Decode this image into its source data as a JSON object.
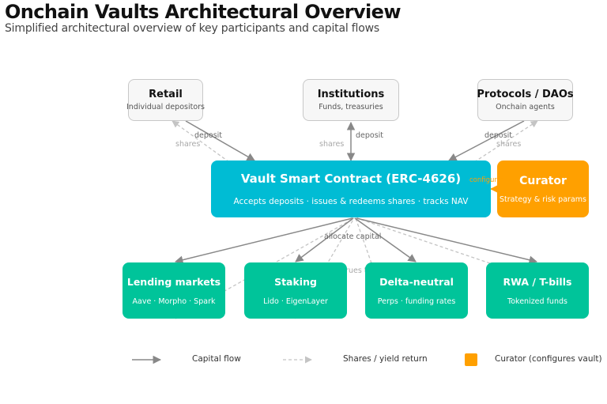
{
  "title": "Onchain Vaults Architectural Overview",
  "subtitle": "Simplified architectural overview of key participants and capital flows",
  "sources": [
    {
      "title": "Retail",
      "subtitle": "Individual depositors"
    },
    {
      "title": "Institutions",
      "subtitle": "Funds, treasuries"
    },
    {
      "title": "Protocols / DAOs",
      "subtitle": "Onchain agents"
    }
  ],
  "vault": {
    "title": "Vault Smart Contract  (ERC-4626)",
    "subtitle": "Accepts deposits  ·  issues & redeems shares  ·  tracks NAV"
  },
  "curator": {
    "title": "Curator",
    "subtitle": "Strategy & risk params"
  },
  "destinations": [
    {
      "title": "Lending markets",
      "subtitle": "Aave · Morpho · Spark"
    },
    {
      "title": "Staking",
      "subtitle": "Lido · EigenLayer"
    },
    {
      "title": "Delta-neutral",
      "subtitle": "Perps · funding rates"
    },
    {
      "title": "RWA / T-bills",
      "subtitle": "Tokenized funds"
    }
  ],
  "edge_labels": {
    "deposit": "deposit",
    "shares": "shares",
    "configures": "configures",
    "allocate_capital": "allocate capital",
    "yield_accrues": "yield accrues to shares"
  },
  "legend": {
    "capital_flow": "Capital flow",
    "shares_yield": "Shares / yield return",
    "curator": "Curator (configures vault)"
  },
  "colors": {
    "vault": "#00bcd4",
    "curator": "#ffa000",
    "destination": "#00c49a",
    "source_fill": "#f7f7f7",
    "capital_arrow": "#888888",
    "return_arrow": "#c4c4c4"
  }
}
